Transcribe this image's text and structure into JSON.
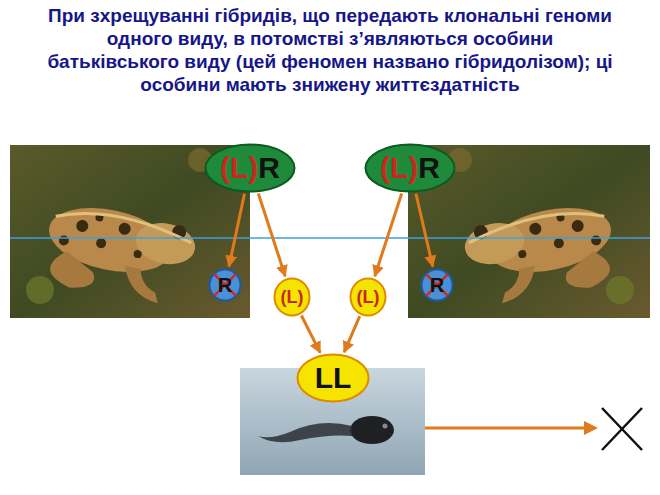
{
  "diagram": {
    "title": "При зхрещуванні гібридів, що передають клональні геноми одного виду, в потомстві з’являються особини батьківського виду (цей феномен названо гібридолізом); ці особини мають знижену життєздатність",
    "nodes": [
      {
        "text": [
          "(L)",
          "R"
        ]
      },
      {
        "text": [
          "(L)",
          "R"
        ]
      },
      {
        "text": [
          "R"
        ]
      },
      {
        "text": [
          "(L)"
        ]
      },
      {
        "text": [
          "(L)"
        ]
      },
      {
        "text": [
          "R"
        ]
      },
      {
        "text": [
          "LL"
        ]
      }
    ],
    "edges": [
      {
        "from": 0,
        "to": 2,
        "arrow": "to"
      },
      {
        "from": 0,
        "to": 3,
        "arrow": "to"
      },
      {
        "from": 1,
        "to": 4,
        "arrow": "to"
      },
      {
        "from": 1,
        "to": 5,
        "arrow": "to"
      },
      {
        "from": 3,
        "to": 6,
        "arrow": "to"
      },
      {
        "from": 4,
        "to": 6,
        "arrow": "to"
      }
    ]
  }
}
